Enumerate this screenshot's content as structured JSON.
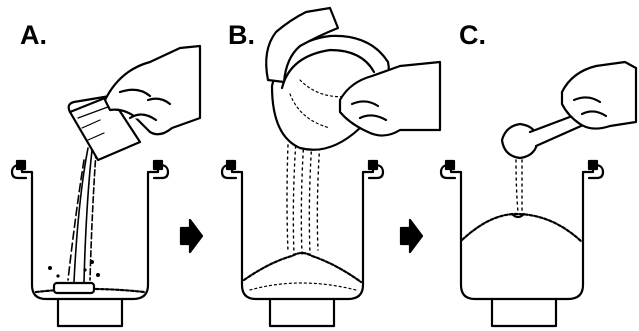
{
  "steps": [
    {
      "label": "A."
    },
    {
      "label": "B."
    },
    {
      "label": "C."
    }
  ],
  "colors": {
    "ink": "#000000",
    "background": "#ffffff"
  },
  "icons": [
    "hand-icon",
    "measuring-cup-icon",
    "bowl-icon",
    "measuring-spoon-icon",
    "bread-pan-icon",
    "arrow-right-icon"
  ]
}
